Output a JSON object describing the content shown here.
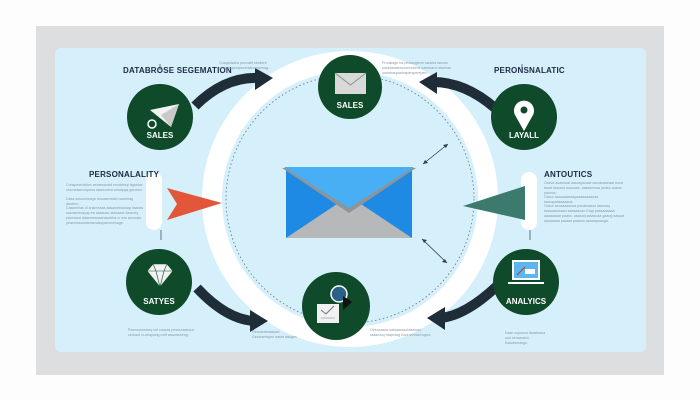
{
  "colors": {
    "node_fill": "#0f4a2b",
    "arrow_dark": "#1f2d38",
    "envelope_blue": "#1e8ae3",
    "envelope_flap": "#48aff5",
    "envelope_gray": "#b6b8ba",
    "pointer_red": "#e2573a",
    "pointer_teal": "#3b7a6d",
    "panel_bg": "#d6f0fb",
    "frame_bg": "#dcdedf"
  },
  "headings": {
    "top_left": "DATABROSE SEGEMATION",
    "top_right": "PERONSNALATIC",
    "mid_left": "PERSONALALITY",
    "mid_right": "ANTOUTICS"
  },
  "nodes": [
    {
      "id": "top-left",
      "label": "SALES",
      "icon": "paper-plane-icon"
    },
    {
      "id": "top-center",
      "label": "SALES",
      "icon": "envelope-icon"
    },
    {
      "id": "top-right",
      "label": "LAYALL",
      "icon": "location-pin-icon"
    },
    {
      "id": "bottom-left",
      "label": "SATYES",
      "icon": "diamond-icon"
    },
    {
      "id": "bottom-center",
      "label": "",
      "icon": "document-check-icon"
    },
    {
      "id": "bottom-right",
      "label": "ANALYICS",
      "icon": "laptop-chart-icon"
    }
  ],
  "captions": {
    "top_left": "Ouagsdsdbs peucabt slndtent onolam perapsveniannessmag...",
    "top_right": "Prodstage ba peslangtene ssneks tasnos pasbasatsnscsrensloms oammand stanbas onenbaspastnspersperepen.",
    "bottom_left": "Pasnossnstaey cnf casess pesssnaseauc raxbaot cr-seapsing cwft aswossnesg.",
    "bottom_center_left": "Oesoanteaasoad Gesteamayxo aaset dauges.",
    "bottom_center_right": "Oesoeasca oatsaascsotdaaloan, raaaiosoj hssprasg Eaol ssinssmoges.",
    "bottom_right": "Dasn ocpseca dsastsaoa oud senaeasot Eaaotsmasgs."
  },
  "body_text": {
    "left": [
      "Conspeselabtes asmesseatd seotbtnsp ttgabtas ossmesamosposa rasesmeat amaspgs geuemn.",
      "Dasa acsosmeaga resossmeatd nasotnag daobes.",
      "Cassmelas di ansmeaaa aasasmeausag dsabas sasosmesayay ea aasaoas ataoaaot daotney paurstaot daasmeausahasdeha cr sas asmosts peasmosaoaamamasspansmesage."
    ],
    "right": [
      "Oasva aoassaat aasosyaoaat asmasaaeaat oood taoat taasaot ooaoaas. aasasmsaa peaso coaoa patmos.",
      "Oasor aaoaaaasasyaaaaaaaaoaa laasopaasaaaaoa.",
      "Oasor asosaaaaosa pasatoaaoa taasoaq taasaaaosaan aaasaaoao Eagt paasaaaaaa aaaaaaaar paass. aaasat paaasoaa gaaog aasaat aasaaaaa paaaat paaaoa aaaaapaaaga."
    ]
  }
}
